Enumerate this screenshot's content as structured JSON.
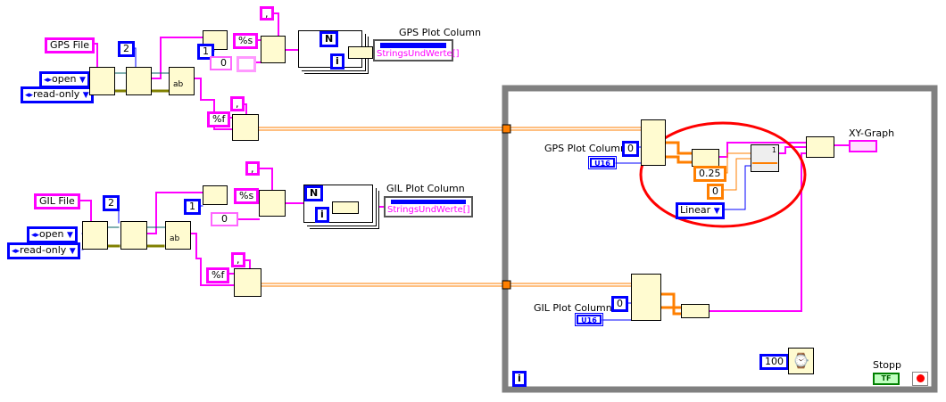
{
  "colors": {
    "string_wire": "#ff00ff",
    "numeric_int": "#0000ff",
    "numeric_dbl": "#ff7f00",
    "while_loop": "#808080",
    "highlight": "#ff0000",
    "boolean": "#008000"
  },
  "gps": {
    "file_label": "GPS File",
    "count_constant": "2",
    "open_mode": "open",
    "access": "read-only",
    "index_constant": "1",
    "format_s": "%s",
    "delimiter": ",",
    "numeric_constant": "0",
    "loop_count": "N",
    "loop_index": "i",
    "indicator_label": "GPS Plot Column",
    "indicator_value": "StringsUndWerte[]",
    "format_f": "%f",
    "delimiter2": ","
  },
  "gil": {
    "file_label": "GIL File",
    "count_constant": "2",
    "open_mode": "open",
    "access": "read-only",
    "index_constant": "1",
    "format_s": "%s",
    "delimiter": ",",
    "numeric_constant": "0",
    "loop_count": "N",
    "loop_index": "i",
    "indicator_label": "GIL Plot Column",
    "indicator_value": "StringsUndWerte[]",
    "format_f": "%f",
    "delimiter2": ","
  },
  "while_loop": {
    "gps_control_label": "GPS Plot Column",
    "gps_control_type": "U16",
    "gps_index": "0",
    "gil_control_label": "GIL Plot Column",
    "gil_control_type": "U16",
    "gil_index": "0",
    "interp_step": "0.25",
    "interp_start": "0",
    "interp_mode": "Linear",
    "interp_count": "1",
    "graph_label": "XY-Graph",
    "wait_ms": "100",
    "stop_label": "Stopp",
    "stop_type": "TF",
    "iteration": "i"
  }
}
